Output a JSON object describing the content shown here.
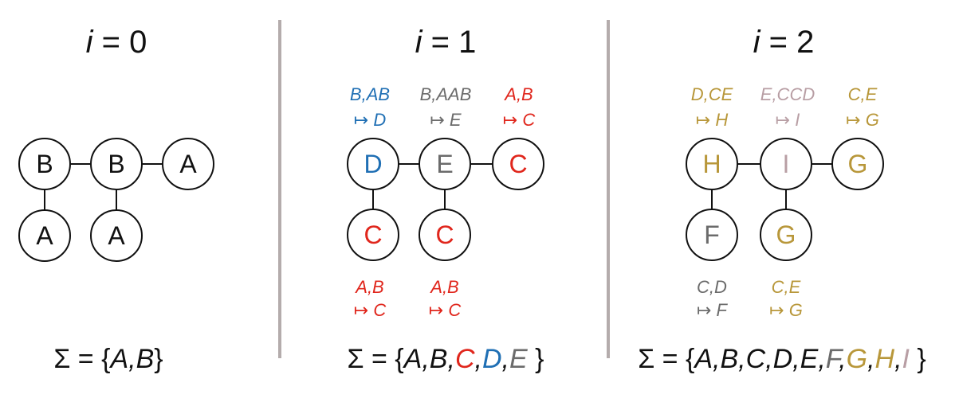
{
  "colors": {
    "black": "#111111",
    "blue": "#1f6fb4",
    "red": "#e0261c",
    "gray": "#6b6b6b",
    "gold": "#b8973a",
    "pink": "#b89ea4",
    "divider": "#b4acac"
  },
  "panels": [
    {
      "title": {
        "var": "i",
        "rest": " = 0"
      },
      "nodes": [
        {
          "label": "B",
          "color": "#111111"
        },
        {
          "label": "B",
          "color": "#111111"
        },
        {
          "label": "A",
          "color": "#111111"
        },
        {
          "label": "A",
          "color": "#111111"
        },
        {
          "label": "A",
          "color": "#111111"
        }
      ],
      "annotations": [],
      "sigma": {
        "prefix": "Σ = {",
        "items": [
          {
            "text": "A",
            "color": "#111111"
          },
          {
            "text": ",",
            "color": "#111111"
          },
          {
            "text": "B",
            "color": "#111111"
          }
        ],
        "suffix": "}"
      }
    },
    {
      "title": {
        "var": "i",
        "rest": " = 1"
      },
      "nodes": [
        {
          "label": "D",
          "color": "#1f6fb4"
        },
        {
          "label": "E",
          "color": "#6b6b6b"
        },
        {
          "label": "C",
          "color": "#e0261c"
        },
        {
          "label": "C",
          "color": "#e0261c"
        },
        {
          "label": "C",
          "color": "#e0261c"
        }
      ],
      "annotations": [
        {
          "line1": "B,AB",
          "line2": "↦ D",
          "color": "#1f6fb4"
        },
        {
          "line1": "B,AAB",
          "line2": "↦ E",
          "color": "#6b6b6b"
        },
        {
          "line1": "A,B",
          "line2": "↦ C",
          "color": "#e0261c"
        },
        {
          "line1": "A,B",
          "line2": "↦ C",
          "color": "#e0261c"
        },
        {
          "line1": "A,B",
          "line2": "↦ C",
          "color": "#e0261c"
        }
      ],
      "sigma": {
        "prefix": "Σ = {",
        "items": [
          {
            "text": "A",
            "color": "#111111"
          },
          {
            "text": ",",
            "color": "#111111"
          },
          {
            "text": "B",
            "color": "#111111"
          },
          {
            "text": ",",
            "color": "#111111"
          },
          {
            "text": "C",
            "color": "#e0261c"
          },
          {
            "text": ",",
            "color": "#111111"
          },
          {
            "text": "D",
            "color": "#1f6fb4"
          },
          {
            "text": ",",
            "color": "#111111"
          },
          {
            "text": "E",
            "color": "#6b6b6b"
          }
        ],
        "suffix": " }"
      }
    },
    {
      "title": {
        "var": "i",
        "rest": " = 2"
      },
      "nodes": [
        {
          "label": "H",
          "color": "#b8973a"
        },
        {
          "label": "I",
          "color": "#b89ea4"
        },
        {
          "label": "G",
          "color": "#b8973a"
        },
        {
          "label": "F",
          "color": "#6b6b6b"
        },
        {
          "label": "G",
          "color": "#b8973a"
        }
      ],
      "annotations": [
        {
          "line1": "D,CE",
          "line2": "↦ H",
          "color": "#b8973a"
        },
        {
          "line1": "E,CCD",
          "line2": "↦ I",
          "color": "#b89ea4"
        },
        {
          "line1": "C,E",
          "line2": "↦ G",
          "color": "#b8973a"
        },
        {
          "line1": "C,D",
          "line2": "↦ F",
          "color": "#6b6b6b"
        },
        {
          "line1": "C,E",
          "line2": "↦ G",
          "color": "#b8973a"
        }
      ],
      "sigma": {
        "prefix": "Σ = {",
        "items": [
          {
            "text": "A",
            "color": "#111111"
          },
          {
            "text": ",",
            "color": "#111111"
          },
          {
            "text": "B",
            "color": "#111111"
          },
          {
            "text": ",",
            "color": "#111111"
          },
          {
            "text": "C",
            "color": "#111111"
          },
          {
            "text": ",",
            "color": "#111111"
          },
          {
            "text": "D",
            "color": "#111111"
          },
          {
            "text": ",",
            "color": "#111111"
          },
          {
            "text": "E",
            "color": "#111111"
          },
          {
            "text": ",",
            "color": "#111111"
          },
          {
            "text": "F",
            "color": "#6b6b6b"
          },
          {
            "text": ",",
            "color": "#111111"
          },
          {
            "text": "G",
            "color": "#b8973a"
          },
          {
            "text": ",",
            "color": "#111111"
          },
          {
            "text": "H",
            "color": "#b8973a"
          },
          {
            "text": ",",
            "color": "#111111"
          },
          {
            "text": "I",
            "color": "#b89ea4"
          }
        ],
        "suffix": " }"
      }
    }
  ]
}
